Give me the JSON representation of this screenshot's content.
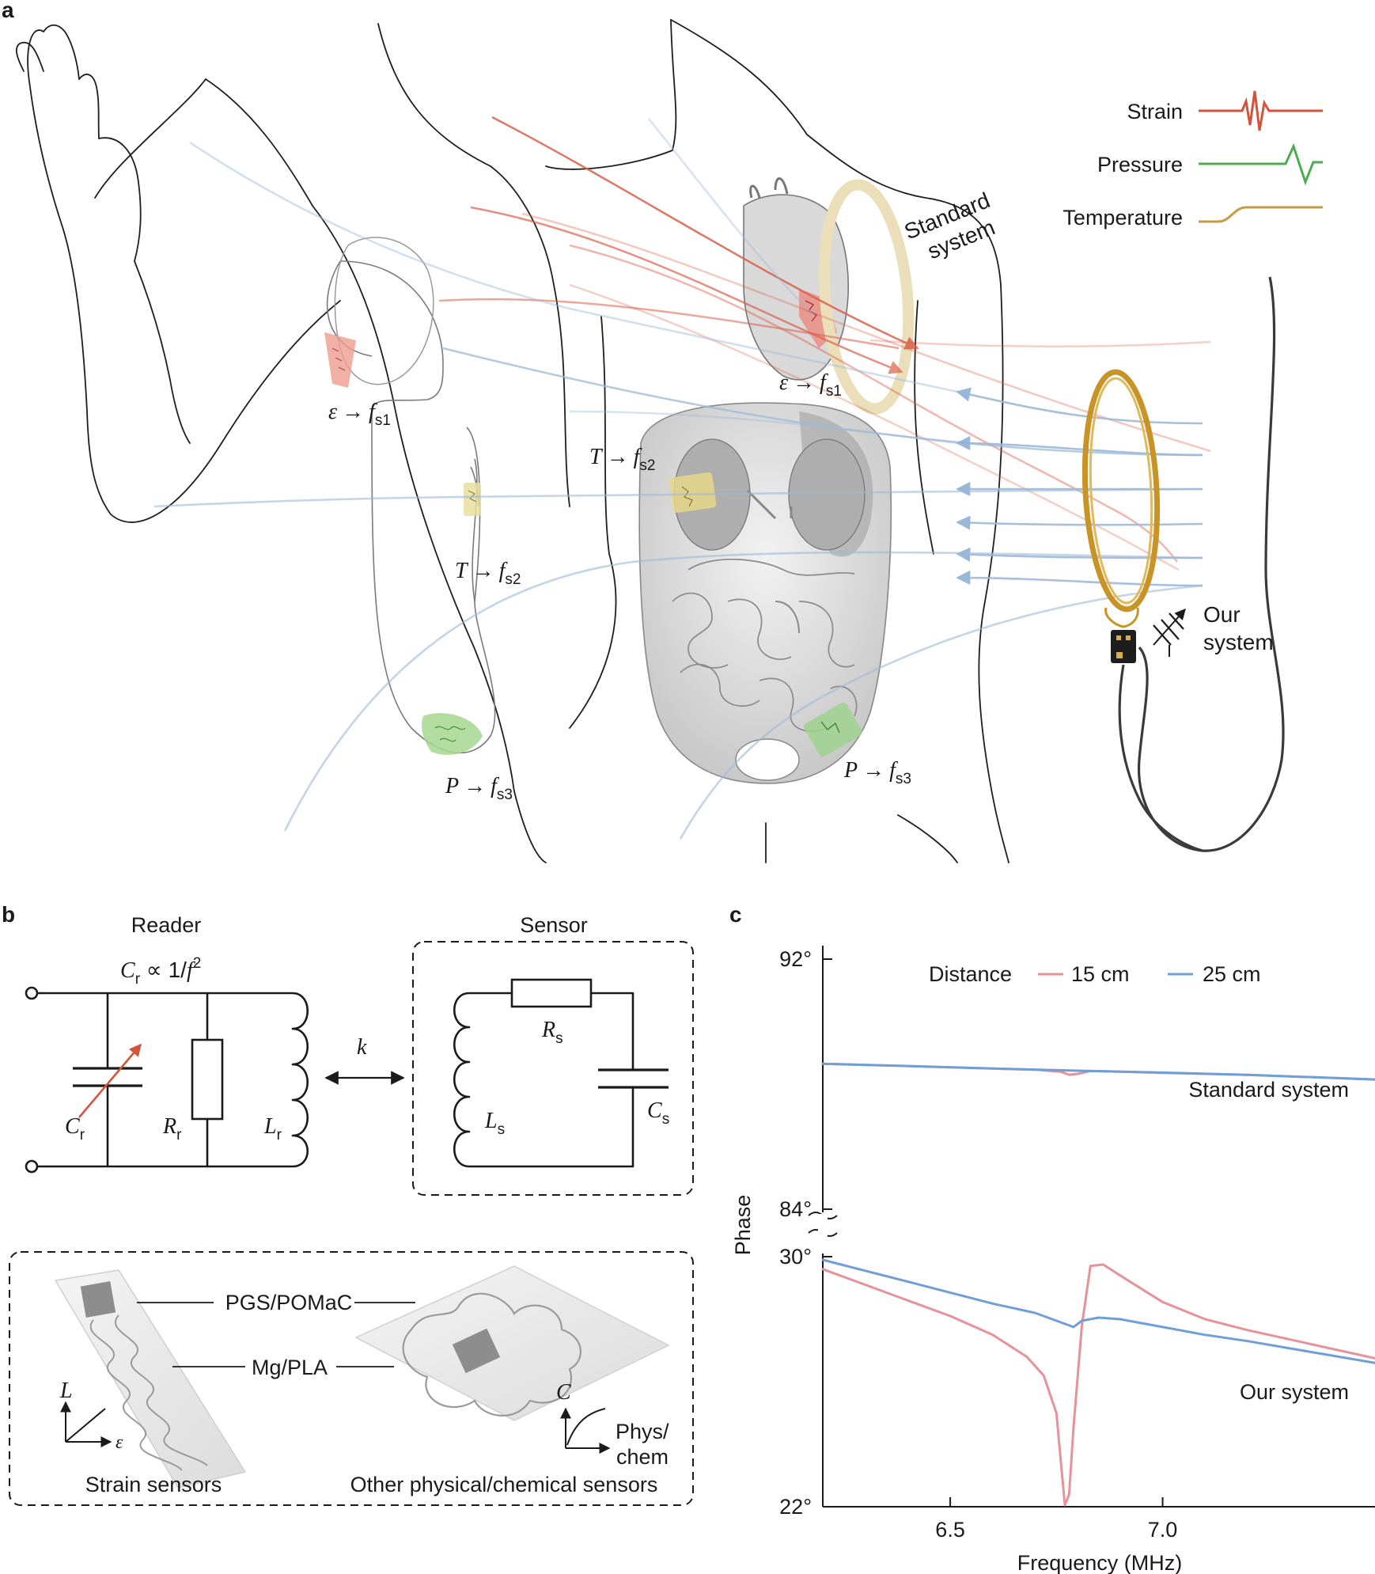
{
  "panels": {
    "a": "a",
    "b": "b",
    "c": "c"
  },
  "panel_a": {
    "legend": [
      {
        "label": "Strain",
        "color": "#d4533d"
      },
      {
        "label": "Pressure",
        "color": "#4cad4f"
      },
      {
        "label": "Temperature",
        "color": "#c99a45"
      }
    ],
    "standard_system_label": [
      "Standard",
      "system"
    ],
    "our_system_label": [
      "Our",
      "system"
    ],
    "sensor_labels": [
      {
        "sym": "ε",
        "arrow": "→",
        "f": "f",
        "sub": "s1"
      },
      {
        "sym": "T",
        "arrow": "→",
        "f": "f",
        "sub": "s2"
      },
      {
        "sym": "P",
        "arrow": "→",
        "f": "f",
        "sub": "s3"
      }
    ],
    "colors": {
      "field_blue": "#9db9d8",
      "field_red": "#d9604a",
      "coil_gold": "#c99427",
      "coil_beige": "#eadfb8"
    }
  },
  "panel_b": {
    "reader_title": "Reader",
    "sensor_title": "Sensor",
    "formula": {
      "c": "C",
      "csub": "r",
      "prop": " ∝ 1/",
      "f": "f",
      "sup": "2"
    },
    "k": "k",
    "components": {
      "cr": {
        "sym": "C",
        "sub": "r"
      },
      "rr": {
        "sym": "R",
        "sub": "r"
      },
      "lr": {
        "sym": "L",
        "sub": "r"
      },
      "rs": {
        "sym": "R",
        "sub": "s"
      },
      "cs": {
        "sym": "C",
        "sub": "s"
      },
      "ls": {
        "sym": "L",
        "sub": "s"
      }
    },
    "material_labels": [
      "PGS/POMaC",
      "Mg/PLA"
    ],
    "strain_axes": {
      "y": "L",
      "x": "ε"
    },
    "other_axes": {
      "y": "C",
      "x1": "Phys/",
      "x2": "chem"
    },
    "captions": {
      "strain": "Strain sensors",
      "other": "Other physical/chemical sensors"
    }
  },
  "chart_data": {
    "type": "line",
    "xlabel": "Frequency (MHz)",
    "ylabel": "Phase",
    "x_ticks": [
      "6.5",
      "7.0"
    ],
    "x_range": [
      6.2,
      7.5
    ],
    "legend_title": "Distance",
    "legend_position": "top",
    "upper_axis": {
      "ticks": [
        "92°",
        "84°"
      ],
      "ylim": [
        84,
        92
      ],
      "annotation": "Standard system",
      "series": [
        {
          "name": "15 cm",
          "color": "#e6929a",
          "x": [
            6.2,
            6.4,
            6.6,
            6.7,
            6.76,
            6.78,
            6.8,
            6.83,
            6.9,
            7.0,
            7.2,
            7.5
          ],
          "y": [
            88.65,
            88.58,
            88.5,
            88.46,
            88.4,
            88.3,
            88.33,
            88.42,
            88.4,
            88.36,
            88.3,
            88.15
          ]
        },
        {
          "name": "25 cm",
          "color": "#6f9fd6",
          "x": [
            6.2,
            6.4,
            6.6,
            6.8,
            7.0,
            7.2,
            7.5
          ],
          "y": [
            88.65,
            88.58,
            88.5,
            88.43,
            88.37,
            88.3,
            88.15
          ]
        }
      ]
    },
    "lower_axis": {
      "ticks": [
        "30°",
        "22°"
      ],
      "ylim": [
        22,
        30
      ],
      "annotation": "Our system",
      "series": [
        {
          "name": "15 cm",
          "color": "#e6929a",
          "x": [
            6.2,
            6.3,
            6.4,
            6.5,
            6.6,
            6.68,
            6.72,
            6.75,
            6.76,
            6.77,
            6.78,
            6.79,
            6.81,
            6.83,
            6.86,
            6.9,
            7.0,
            7.1,
            7.2,
            7.35,
            7.5
          ],
          "y": [
            29.6,
            29.1,
            28.6,
            28.1,
            27.5,
            26.8,
            26.2,
            25.0,
            23.5,
            22.05,
            22.4,
            24.5,
            27.8,
            29.7,
            29.75,
            29.4,
            28.55,
            28.0,
            27.65,
            27.2,
            26.75
          ]
        },
        {
          "name": "25 cm",
          "color": "#6f9fd6",
          "x": [
            6.2,
            6.3,
            6.4,
            6.5,
            6.6,
            6.7,
            6.77,
            6.79,
            6.81,
            6.85,
            6.9,
            7.0,
            7.1,
            7.2,
            7.35,
            7.5
          ],
          "y": [
            29.9,
            29.55,
            29.2,
            28.85,
            28.5,
            28.2,
            27.85,
            27.75,
            27.95,
            28.05,
            28.0,
            27.75,
            27.5,
            27.3,
            26.95,
            26.6
          ]
        }
      ]
    }
  }
}
